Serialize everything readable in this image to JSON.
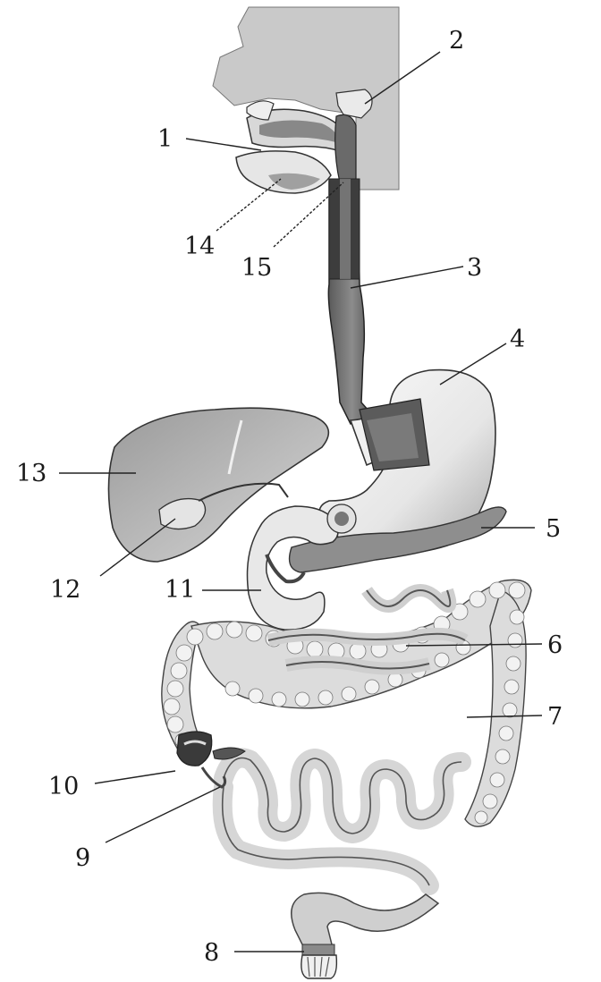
{
  "labels": {
    "l1": "1",
    "l2": "2",
    "l3": "3",
    "l4": "4",
    "l5": "5",
    "l6": "6",
    "l7": "7",
    "l8": "8",
    "l9": "9",
    "l10": "10",
    "l11": "11",
    "l12": "12",
    "l13": "13",
    "l14": "14",
    "l15": "15"
  },
  "colors": {
    "ink": "#1a1a1a",
    "head_silhouette": "#c9c9c9",
    "organ_light": "#f2f2f2",
    "organ_mid": "#bdbdbd",
    "organ_dark": "#555555"
  }
}
